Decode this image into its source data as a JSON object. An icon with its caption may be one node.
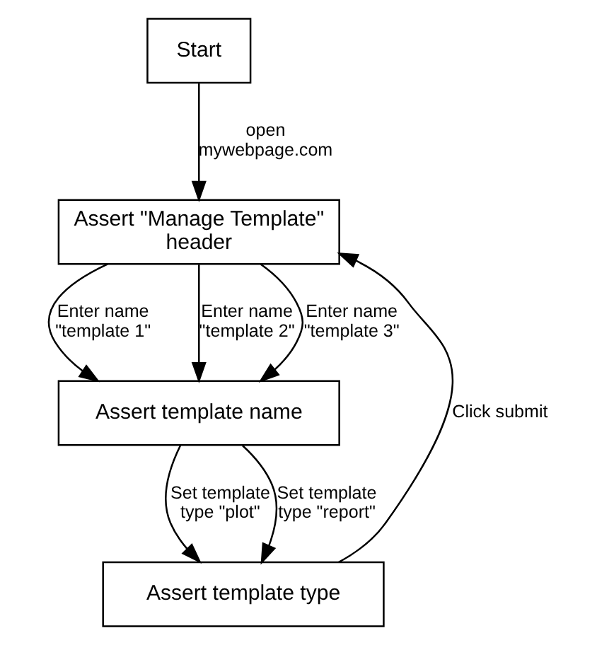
{
  "diagram": {
    "nodes": [
      {
        "text": [
          "Start"
        ]
      },
      {
        "text": [
          "Assert \"Manage Template\" header"
        ]
      },
      {
        "text": [
          "Assert template name"
        ]
      },
      {
        "text": [
          "Assert template type"
        ]
      }
    ],
    "edges": [
      {
        "from": 0,
        "to": 1,
        "arrow": "to",
        "label": "open mywebpage.com"
      },
      {
        "from": 1,
        "to": 2,
        "arrow": "to",
        "label": "Enter name \"template 1\""
      },
      {
        "from": 1,
        "to": 2,
        "arrow": "to",
        "label": "Enter name \"template 2\""
      },
      {
        "from": 1,
        "to": 2,
        "arrow": "to",
        "label": "Enter name \"template 3\""
      },
      {
        "from": 2,
        "to": 3,
        "arrow": "to",
        "label": "Set template type \"plot\""
      },
      {
        "from": 2,
        "to": 3,
        "arrow": "to",
        "label": "Set template type \"report\""
      },
      {
        "from": 3,
        "to": 1,
        "arrow": "to",
        "label": "Click submit"
      }
    ]
  }
}
